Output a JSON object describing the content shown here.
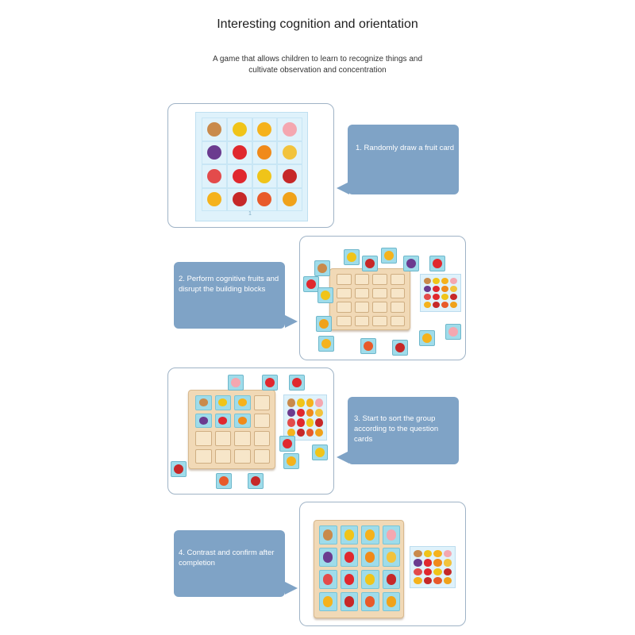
{
  "header": {
    "title": "Interesting cognition and orientation",
    "subtitle_line1": "A game that allows children to learn to recognize things and",
    "subtitle_line2": "cultivate observation and concentration"
  },
  "steps": [
    {
      "text": "1. Randomly draw a fruit card"
    },
    {
      "text_line1": "2. Perform cognitive fruits and",
      "text_line2": "disrupt the building blocks"
    },
    {
      "text_line1": "3. Start to sort the group",
      "text_line2": "according to the question",
      "text_line3": "cards"
    },
    {
      "text_line1": "4. Contrast and confirm after",
      "text_line2": "completion"
    }
  ],
  "card_number": "1",
  "colors": {
    "bubble": "#7fa3c6",
    "frame_border": "#9fb3c6",
    "card_bg": "#dff2fb",
    "tile": "#9fdcea",
    "wood": "#f1d9b6"
  },
  "fruit_colors": [
    "#c98a4b",
    "#f0c419",
    "#f5b21c",
    "#f4a7b0",
    "#6b3b8f",
    "#e0282e",
    "#f08a1a",
    "#f2c33c",
    "#e34b4b",
    "#e0282e",
    "#f0c419",
    "#c62828",
    "#f5b21c",
    "#c62828",
    "#e85a2a",
    "#f0a21a"
  ]
}
